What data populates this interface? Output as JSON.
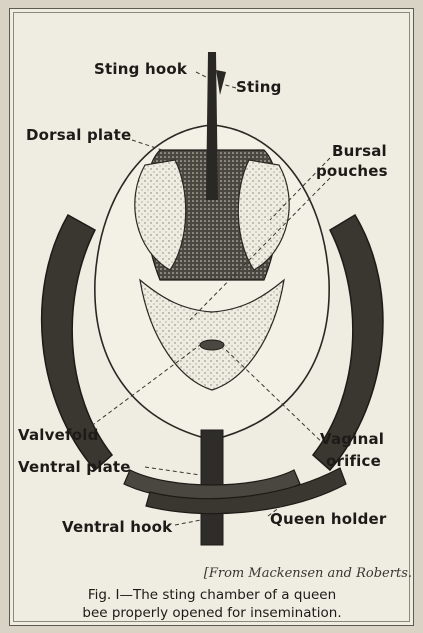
{
  "labels": {
    "sting_hook": "Sting hook",
    "sting": "Sting",
    "dorsal_plate": "Dorsal plate",
    "bursal_pouches_line1": "Bursal",
    "bursal_pouches_line2": "pouches",
    "valvefold": "Valvefold",
    "vaginal_orifice_line1": "Vaginal",
    "vaginal_orifice_line2": "orifice",
    "ventral_plate": "Ventral plate",
    "ventral_hook": "Ventral hook",
    "queen_holder": "Queen holder"
  },
  "credit": "[From Mackensen and Roberts.",
  "caption": {
    "line1": "Fig. I—The sting chamber of a queen",
    "line2": "bee properly opened for insemination."
  }
}
